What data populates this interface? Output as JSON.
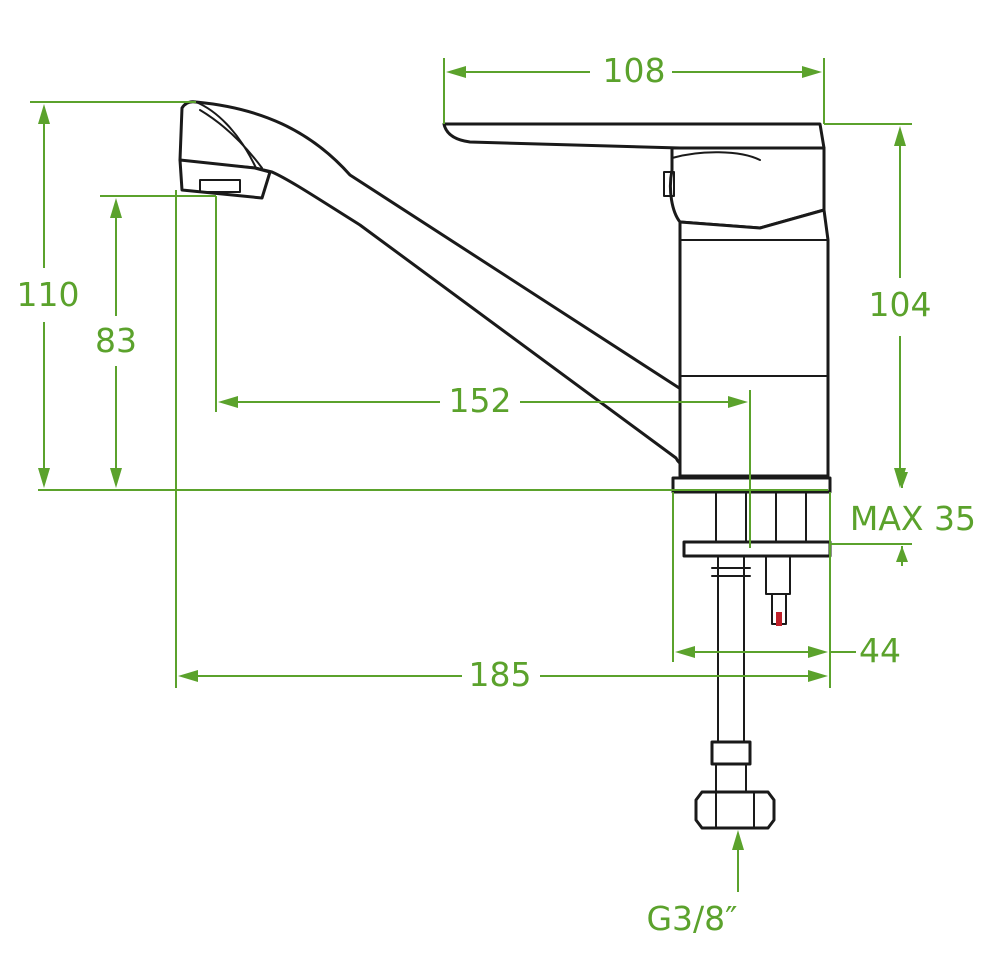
{
  "colors": {
    "dimension": "#5ba22c",
    "outline": "#1a1a1a",
    "accent_red": "#c0202a"
  },
  "dimensions": {
    "handle_length": "108",
    "total_height": "110",
    "spout_height": "83",
    "body_height": "104",
    "spout_reach": "152",
    "max_deck_thickness": "MAX 35",
    "base_diameter": "44",
    "overall_length": "185",
    "thread_connection": "G3/8″"
  }
}
